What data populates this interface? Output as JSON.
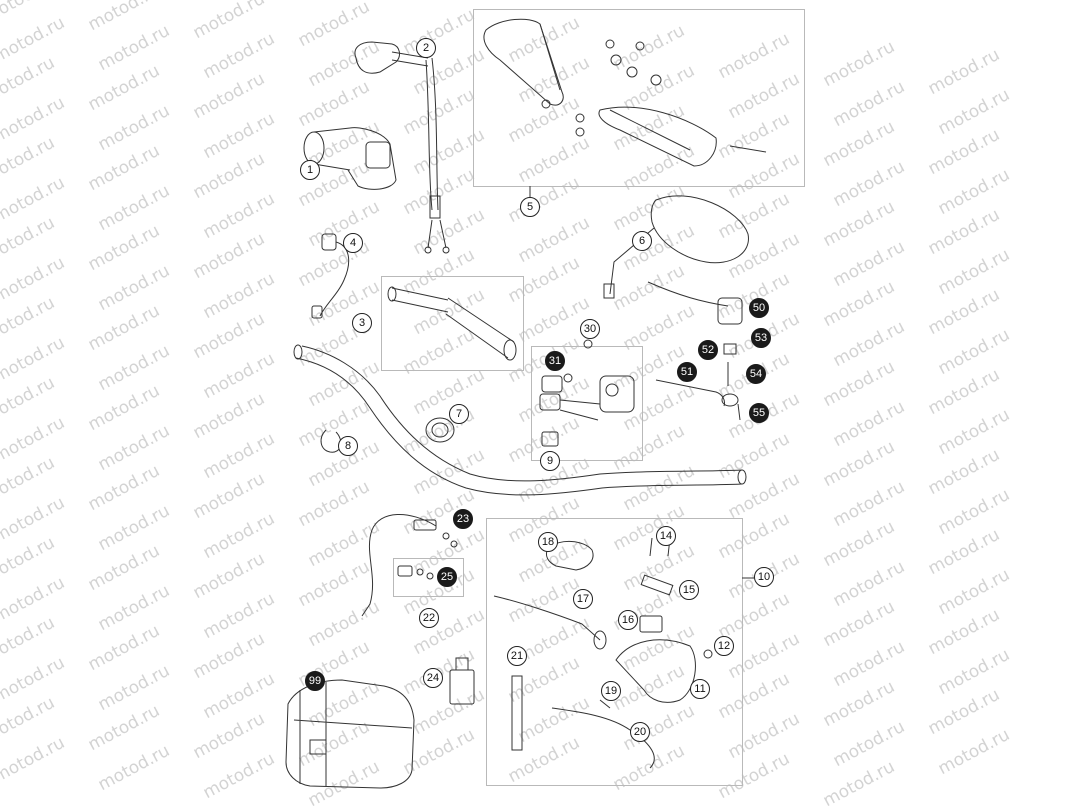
{
  "diagram": {
    "watermark_text": "motod.ru",
    "callouts": [
      {
        "id": "1",
        "label": "1"
      },
      {
        "id": "2",
        "label": "2"
      },
      {
        "id": "3",
        "label": "3"
      },
      {
        "id": "4",
        "label": "4"
      },
      {
        "id": "5",
        "label": "5"
      },
      {
        "id": "6",
        "label": "6"
      },
      {
        "id": "7",
        "label": "7"
      },
      {
        "id": "8",
        "label": "8"
      },
      {
        "id": "9",
        "label": "9"
      },
      {
        "id": "10",
        "label": "10"
      },
      {
        "id": "11",
        "label": "11"
      },
      {
        "id": "12",
        "label": "12"
      },
      {
        "id": "14",
        "label": "14"
      },
      {
        "id": "15",
        "label": "15"
      },
      {
        "id": "16",
        "label": "16"
      },
      {
        "id": "17",
        "label": "17"
      },
      {
        "id": "18",
        "label": "18"
      },
      {
        "id": "19",
        "label": "19"
      },
      {
        "id": "20",
        "label": "20"
      },
      {
        "id": "21",
        "label": "21"
      },
      {
        "id": "22",
        "label": "22"
      },
      {
        "id": "23",
        "label": "23"
      },
      {
        "id": "24",
        "label": "24"
      },
      {
        "id": "25",
        "label": "25"
      },
      {
        "id": "30",
        "label": "30"
      },
      {
        "id": "31",
        "label": "31"
      },
      {
        "id": "50",
        "label": "50"
      },
      {
        "id": "51",
        "label": "51"
      },
      {
        "id": "52",
        "label": "52"
      },
      {
        "id": "53",
        "label": "53"
      },
      {
        "id": "54",
        "label": "54"
      },
      {
        "id": "55",
        "label": "55"
      },
      {
        "id": "99",
        "label": "99"
      }
    ]
  }
}
